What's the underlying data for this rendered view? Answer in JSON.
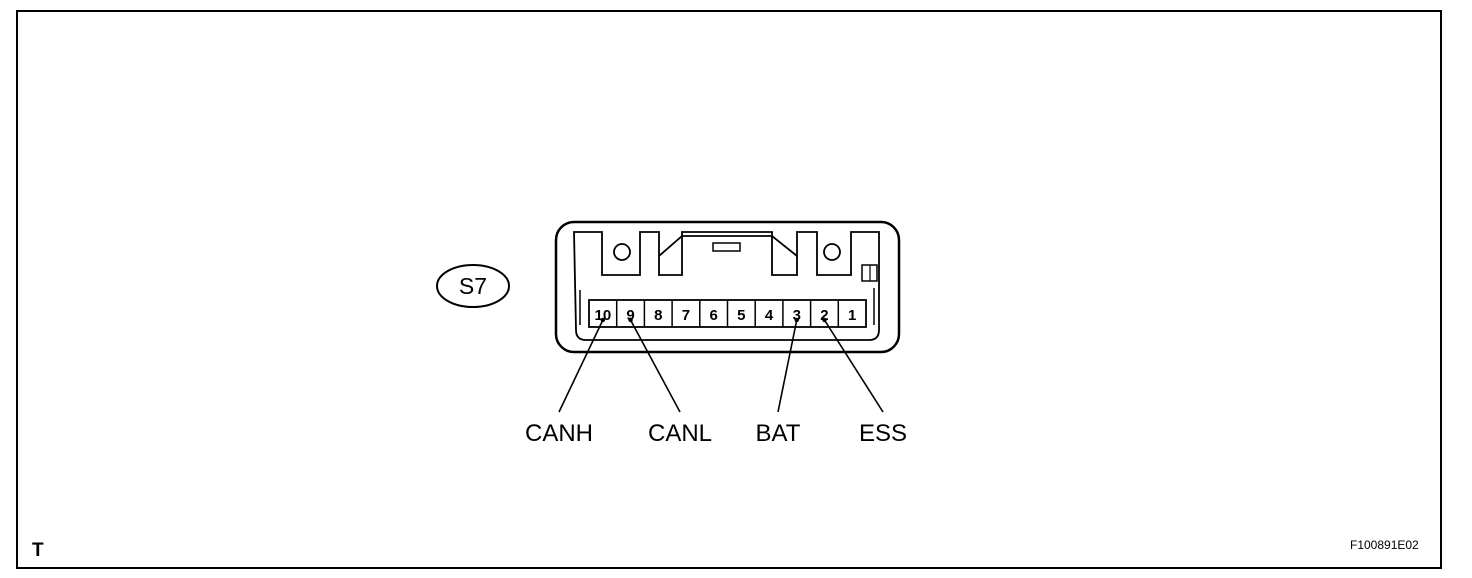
{
  "diagram": {
    "connector_id": "S7",
    "pins": [
      "10",
      "9",
      "8",
      "7",
      "6",
      "5",
      "4",
      "3",
      "2",
      "1"
    ],
    "signals": [
      {
        "pin": "10",
        "name": "CANH"
      },
      {
        "pin": "9",
        "name": "CANL"
      },
      {
        "pin": "3",
        "name": "BAT"
      },
      {
        "pin": "2",
        "name": "ESS"
      }
    ],
    "corner_mark": "T",
    "figure_code": "F100891E02"
  },
  "colors": {
    "line": "#000000",
    "background": "#ffffff"
  }
}
